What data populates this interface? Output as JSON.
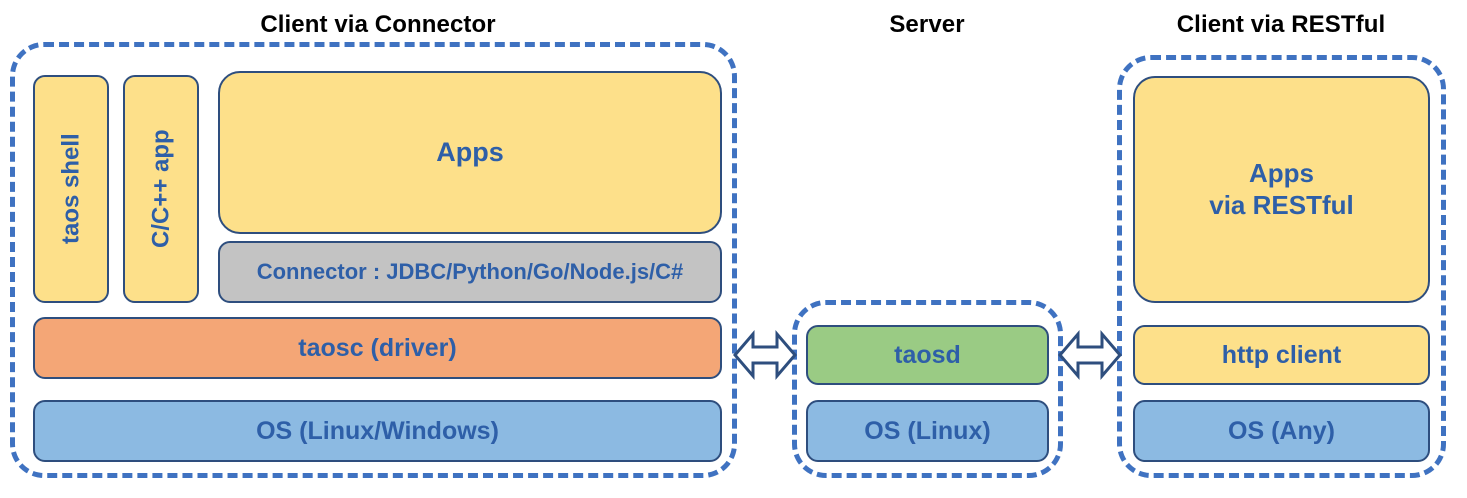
{
  "diagram": {
    "title_color": "#000000",
    "text_color": "#2E5FA8",
    "dash_color": "#3F72C1",
    "border_color": "#2E4E7E",
    "palette": {
      "yellow": "#FDE08A",
      "blue": "#8CBAE2",
      "orange": "#F4A676",
      "green": "#9ACB84",
      "gray": "#C3C3C3"
    }
  },
  "sections": {
    "connector": {
      "title": "Client via Connector",
      "boxes": {
        "taos_shell": "taos shell",
        "cpp_app": "C/C++ app",
        "apps": "Apps",
        "connector": "Connector : JDBC/Python/Go/Node.js/C#",
        "taosc": "taosc (driver)",
        "os": "OS (Linux/Windows)"
      }
    },
    "server": {
      "title": "Server",
      "boxes": {
        "taosd": "taosd",
        "os": "OS (Linux)"
      }
    },
    "restful": {
      "title": "Client via RESTful",
      "boxes": {
        "apps": "Apps\nvia RESTful",
        "http_client": "http client",
        "os": "OS (Any)"
      }
    }
  },
  "arrows": {
    "left": "double-arrow-icon",
    "right": "double-arrow-icon"
  }
}
